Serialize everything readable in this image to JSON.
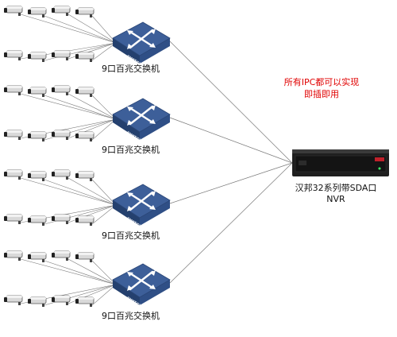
{
  "switch_groups": [
    {
      "label": "9口百兆交换机",
      "badge": "SWITCH"
    },
    {
      "label": "9口百兆交换机",
      "badge": "SWITCH"
    },
    {
      "label": "9口百兆交换机",
      "badge": "SWITCH"
    },
    {
      "label": "9口百兆交换机",
      "badge": "SWITCH"
    }
  ],
  "note": {
    "line1": "所有IPC都可以实现",
    "line2": "即插即用"
  },
  "nvr": {
    "line1": "汉邦32系列带SDA口",
    "line2": "NVR"
  },
  "colors": {
    "note": "#e00000",
    "switch_top": "#3d5f99",
    "switch_side": "#24406e",
    "switch_arrows": "#ffffff",
    "nvr_body": "#1f1f1f",
    "nvr_badge": "#c0202a",
    "link_line": "#7a7a7a"
  },
  "icons": {
    "camera": "ip-camera-icon",
    "switch": "network-switch-icon",
    "nvr": "nvr-recorder-icon"
  }
}
